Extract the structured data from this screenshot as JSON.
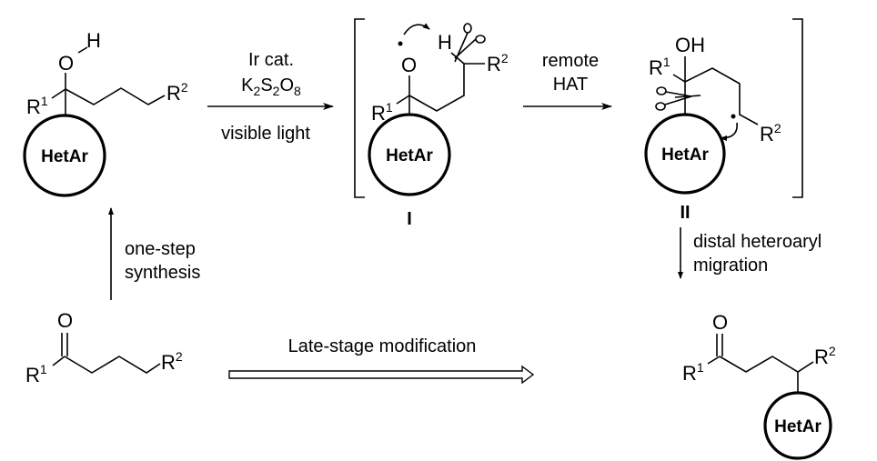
{
  "atoms": {
    "O": "O",
    "H": "H",
    "OH": "OH",
    "R": "R",
    "sup1": "1",
    "sup2": "2",
    "hetar": "HetAr"
  },
  "step1": {
    "reagent1": "Ir cat.",
    "reagent2_K": "K",
    "reagent2_sub1": "2",
    "reagent2_S": "S",
    "reagent2_sub2": "2",
    "reagent2_O": "O",
    "reagent2_sub3": "8",
    "condition": "visible light"
  },
  "step2": {
    "line1": "remote",
    "line2": "HAT"
  },
  "step3": {
    "line1": "distal heteroaryl",
    "line2": "migration"
  },
  "synthesis": {
    "line1": "one-step",
    "line2": "synthesis"
  },
  "overall": {
    "label": "Late-stage modification"
  },
  "intermediates": {
    "first": "I",
    "second": "II"
  }
}
